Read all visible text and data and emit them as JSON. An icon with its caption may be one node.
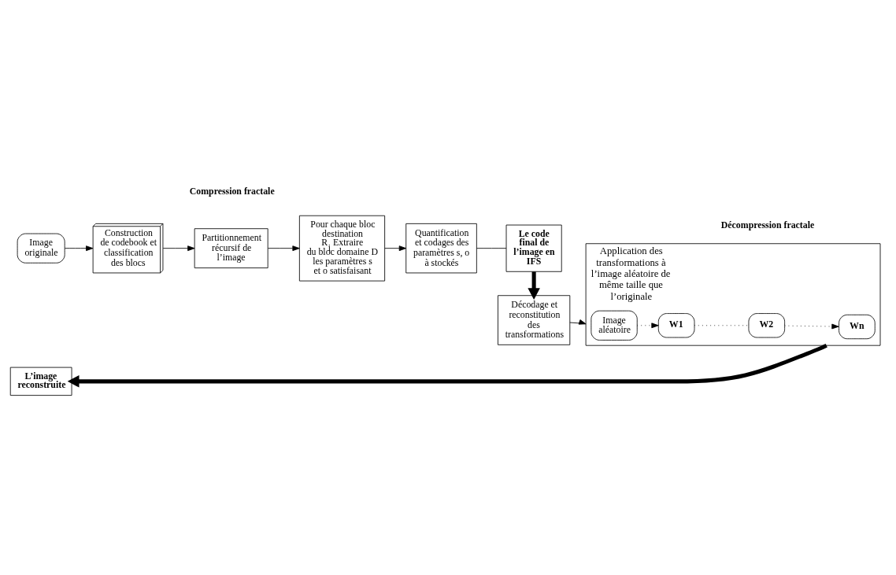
{
  "diagram": {
    "nodes": [
      {
        "text": [
          "Image originale"
        ]
      },
      {
        "text": [
          "Construction de codebook et classification des blocs"
        ]
      },
      {
        "text": [
          "Partitionnement récursif de l’image"
        ]
      },
      {
        "text": [
          "Pour chaque bloc destination R$_{i}$ Extraire du bloc domaine D les paramètres s et o satisfaisant"
        ]
      },
      {
        "text": [
          "Quantification et codages des paramètres s, o à stockés"
        ]
      },
      {
        "text": [
          "Le code final de l’image en IFS"
        ]
      },
      {
        "text": [
          "Décodage et reconstitution des transformations"
        ]
      },
      {
        "text": [
          "Application des transformations à l’image aléatoire de même taille que l’originale"
        ]
      },
      {
        "text": [
          "Image aléatoire"
        ],
        "in": 7
      },
      {
        "text": [
          "W1"
        ],
        "in": 7
      },
      {
        "text": [
          "W2"
        ],
        "in": 7
      },
      {
        "text": [
          "Wn"
        ],
        "in": 7
      },
      {
        "text": [
          "L’image reconstruite"
        ]
      }
    ],
    "edges": [
      {
        "from": 0,
        "to": 1,
        "arrow": "to"
      },
      {
        "from": 1,
        "to": 2,
        "arrow": "to"
      },
      {
        "from": 2,
        "to": 3,
        "arrow": "to"
      },
      {
        "from": 3,
        "to": 4,
        "arrow": "to"
      },
      {
        "from": 4,
        "to": 5,
        "arrow": "none"
      },
      {
        "from": 5,
        "to": 6,
        "arrow": "to",
        "style": "thick"
      },
      {
        "from": 6,
        "to": 7,
        "arrow": "to"
      },
      {
        "from": 8,
        "to": 9,
        "arrow": "to",
        "style": "dashed"
      },
      {
        "from": 9,
        "to": 10,
        "arrow": "none",
        "style": "dashed"
      },
      {
        "from": 10,
        "to": 11,
        "arrow": "to",
        "style": "dashed"
      },
      {
        "from": 7,
        "to": 12,
        "arrow": "to",
        "style": "thick"
      }
    ],
    "labels": [
      "Compression fractale",
      "Décompression fractale"
    ]
  }
}
